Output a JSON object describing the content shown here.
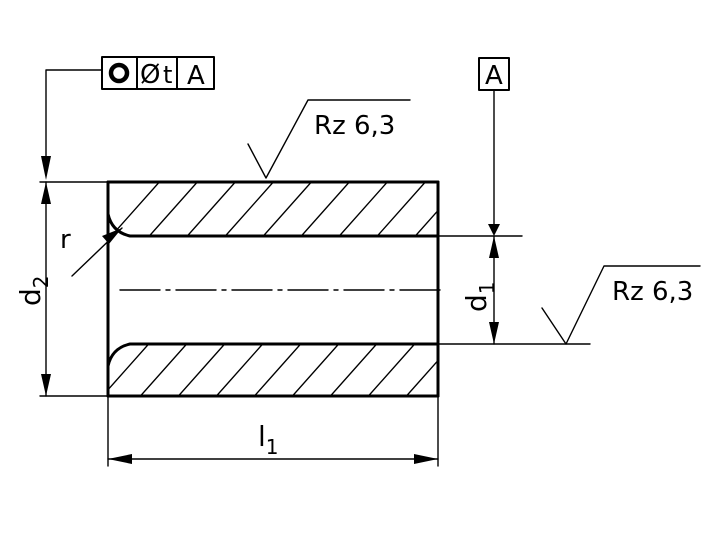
{
  "feature_control_frame": {
    "tolerance_symbol": "circular-runout-arrow-icon",
    "diameter_symbol": "Ø",
    "tolerance_value": "t",
    "datum_reference": "A"
  },
  "datum_feature": {
    "letter": "A"
  },
  "surface_finish": {
    "outer": "Rz 6,3",
    "inner": "Rz 6,3"
  },
  "dimensions": {
    "outer_diameter": {
      "base": "d",
      "sub": "2"
    },
    "inner_diameter": {
      "base": "d",
      "sub": "1"
    },
    "length": {
      "base": "l",
      "sub": "1"
    },
    "radius": "r"
  }
}
